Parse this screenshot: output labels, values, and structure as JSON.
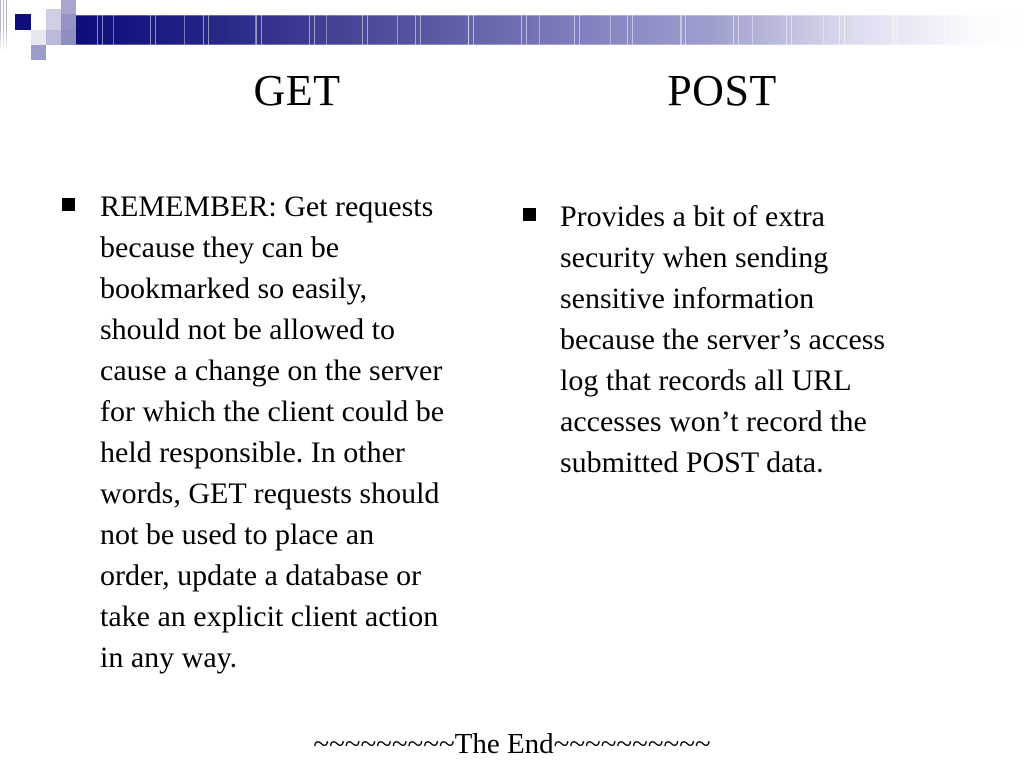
{
  "slide": {
    "columns": [
      {
        "heading": "GET",
        "bullet_text": "REMEMBER: Get requests\nbecause they can be\nbookmarked so easily,\nshould not be allowed to\ncause a change on the server\nfor which the client could be\nheld responsible. In other\nwords, GET requests should\nnot be used to place an\norder, update a database or\ntake an explicit client action\nin any way."
      },
      {
        "heading": "POST",
        "bullet_text": "Provides a bit of extra\nsecurity when sending\nsensitive information\nbecause the server’s access\nlog that records all URL\naccesses won’t record the\nsubmitted POST data."
      }
    ],
    "footer": "~~~~~~~~~The End~~~~~~~~~~",
    "colors": {
      "band_navy": "#0d0d7b",
      "band_mid": "#8484c2",
      "band_light": "#dcdcee",
      "pixel_navy": "#0e0e7c",
      "pixel_lavender": "#9c9cca",
      "text": "#000000",
      "background": "#ffffff"
    }
  }
}
